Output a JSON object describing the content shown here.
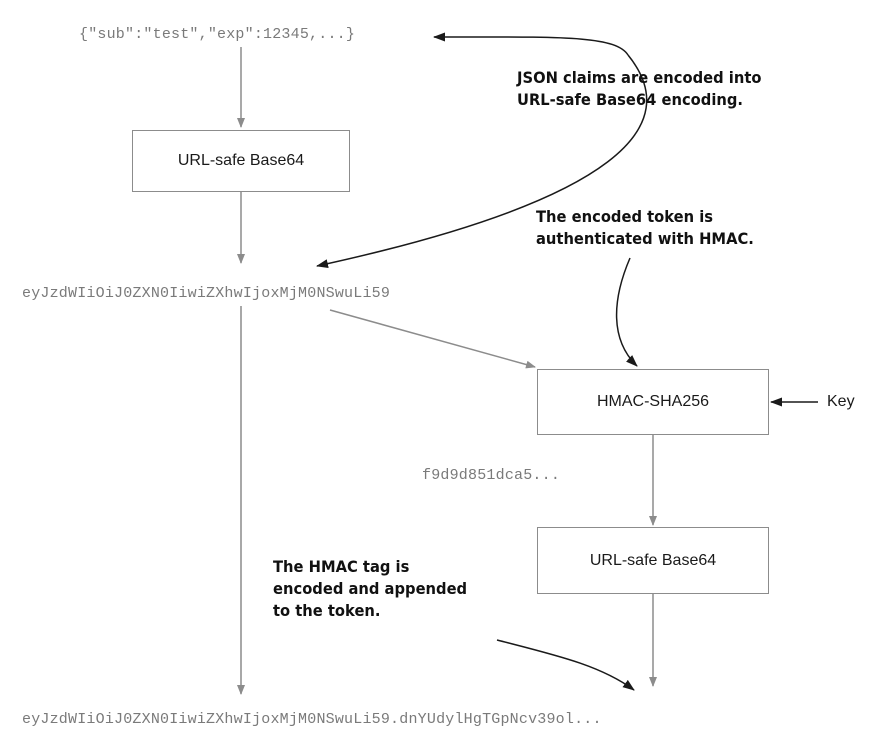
{
  "inputs": {
    "claims_json": "{\"sub\":\"test\",\"exp\":12345,...}",
    "encoded_claims": "eyJzdWIiOiJ0ZXN0IiwiZXhwIjoxMjM0NSwuLi59",
    "hmac_tag_hex": "f9d9d851dca5...",
    "final_token": "eyJzdWIiOiJ0ZXN0IiwiZXhwIjoxMjM0NSwuLi59.dnYUdylHgTGpNcv39ol..."
  },
  "boxes": {
    "base64_claims": "URL-safe Base64",
    "hmac": "HMAC-SHA256",
    "base64_tag": "URL-safe Base64"
  },
  "key_label": "Key",
  "annotations": {
    "claims_encoding": [
      "JSON claims are encoded into",
      "URL-safe Base64 encoding."
    ],
    "token_authenticated": [
      "The encoded token is",
      "authenticated with HMAC."
    ],
    "tag_appended": [
      "The HMAC tag is",
      "encoded and appended",
      "to the token."
    ]
  },
  "colors": {
    "flow_arrow": "#8c8c8c",
    "annotation_arrow": "#1a1a1a"
  }
}
